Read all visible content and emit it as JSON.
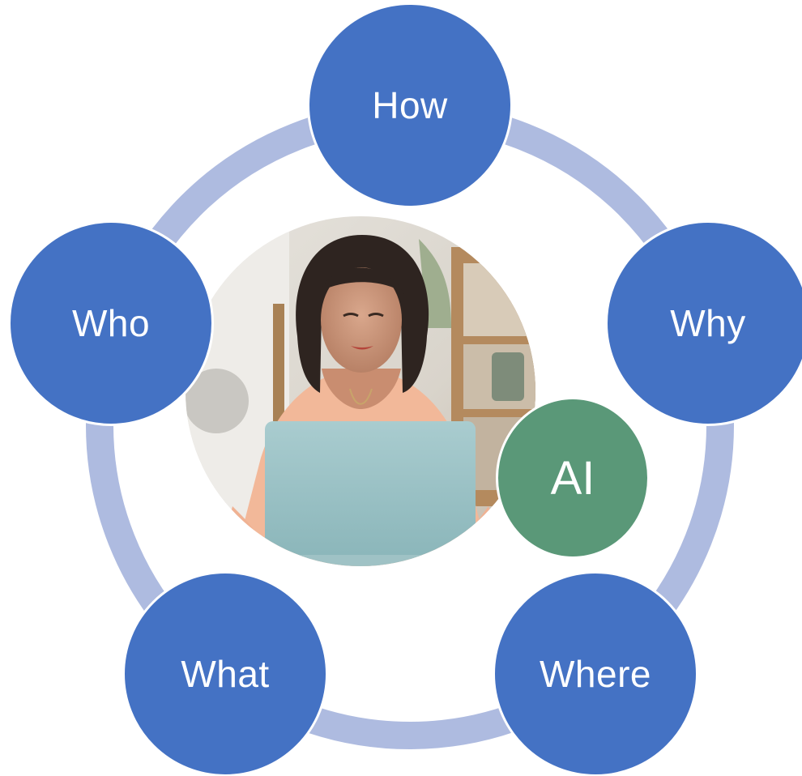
{
  "diagram": {
    "nodes": [
      {
        "id": "how",
        "label": "How"
      },
      {
        "id": "why",
        "label": "Why"
      },
      {
        "id": "where",
        "label": "Where"
      },
      {
        "id": "what",
        "label": "What"
      },
      {
        "id": "who",
        "label": "Who"
      }
    ],
    "center": {
      "badge": "AI"
    },
    "colors": {
      "node_fill": "#4472c4",
      "ring": "#aebbe0",
      "badge_fill": "#5a9878",
      "text": "#ffffff"
    }
  }
}
